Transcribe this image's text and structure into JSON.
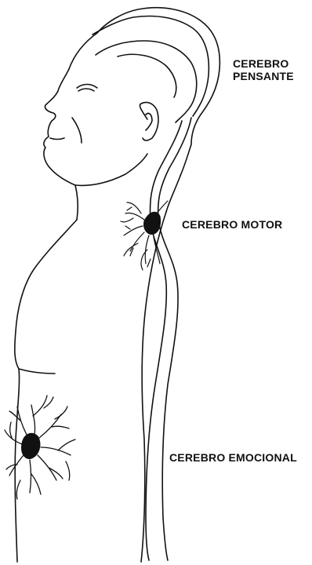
{
  "labels": {
    "thinking_line1": "CEREBRO",
    "thinking_line2": "PENSANTE",
    "motor": "CEREBRO MOTOR",
    "emotional": "CEREBRO EMOCIONAL"
  },
  "colors": {
    "ink": "#111111",
    "background": "#ffffff"
  }
}
